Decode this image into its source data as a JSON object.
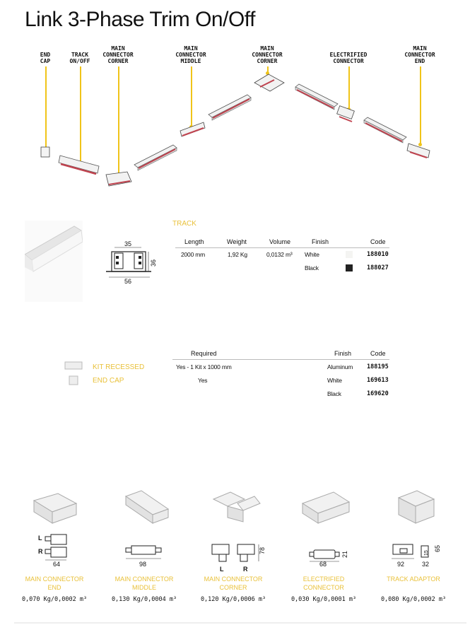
{
  "title": "Link 3-Phase Trim On/Off",
  "callouts": [
    {
      "id": "end-cap",
      "lines": [
        "END",
        "CAP"
      ]
    },
    {
      "id": "track-on-off",
      "lines": [
        "TRACK",
        "ON/OFF"
      ]
    },
    {
      "id": "main-connector-corner-1",
      "lines": [
        "MAIN",
        "CONNECTOR",
        "CORNER"
      ]
    },
    {
      "id": "main-connector-middle",
      "lines": [
        "MAIN",
        "CONNECTOR",
        "MIDDLE"
      ]
    },
    {
      "id": "main-connector-corner-2",
      "lines": [
        "MAIN",
        "CONNECTOR",
        "CORNER"
      ]
    },
    {
      "id": "electrified-connector",
      "lines": [
        "ELECTRIFIED",
        "CONNECTOR"
      ]
    },
    {
      "id": "main-connector-end",
      "lines": [
        "MAIN",
        "CONNECTOR",
        "END"
      ]
    }
  ],
  "track": {
    "heading": "TRACK",
    "dims": {
      "top": "35",
      "side": "36",
      "bottom": "56"
    },
    "columns": {
      "length": "Length",
      "weight": "Weight",
      "volume": "Volume",
      "finish": "Finish",
      "code": "Code"
    },
    "row": {
      "length": "2000 mm",
      "weight": "1,92 Kg",
      "volume": "0,0132 m³"
    },
    "finishes": [
      {
        "name": "White",
        "code": "188010",
        "color": "#f4f4f2"
      },
      {
        "name": "Black",
        "code": "188027",
        "color": "#222222"
      }
    ]
  },
  "kit": {
    "labels": [
      "KIT RECESSED",
      "END CAP"
    ],
    "columns": {
      "required": "Required",
      "finish": "Finish",
      "code": "Code"
    },
    "rows": [
      {
        "required": "Yes - 1 Kit x 1000 mm",
        "finish": "Aluminum",
        "code": "188195"
      },
      {
        "required": "Yes",
        "finish": "White",
        "code": "169613"
      },
      {
        "required": "",
        "finish": "Black",
        "code": "169620"
      }
    ]
  },
  "accessories": [
    {
      "label1": "MAIN CONNECTOR",
      "label2": "END",
      "weight": "0,070 Kg/0,0002 m³",
      "dims": [
        "64"
      ],
      "marks": [
        "L",
        "R"
      ]
    },
    {
      "label1": "MAIN CONNECTOR",
      "label2": "MIDDLE",
      "weight": "0,130 Kg/0,0004 m³",
      "dims": [
        "98"
      ],
      "marks": []
    },
    {
      "label1": "MAIN CONNECTOR",
      "label2": "CORNER",
      "weight": "0,120 Kg/0,0006 m³",
      "dims": [
        "78"
      ],
      "marks": [
        "L",
        "R"
      ]
    },
    {
      "label1": "ELECTRIFIED",
      "label2": "CONNECTOR",
      "weight": "0,030 Kg/0,0001 m³",
      "dims": [
        "68",
        "21"
      ],
      "marks": []
    },
    {
      "label1": "TRACK ADAPTOR",
      "label2": "",
      "weight": "0,080 Kg/0,0002 m³",
      "dims": [
        "92",
        "32",
        "65",
        "15"
      ],
      "marks": []
    }
  ]
}
